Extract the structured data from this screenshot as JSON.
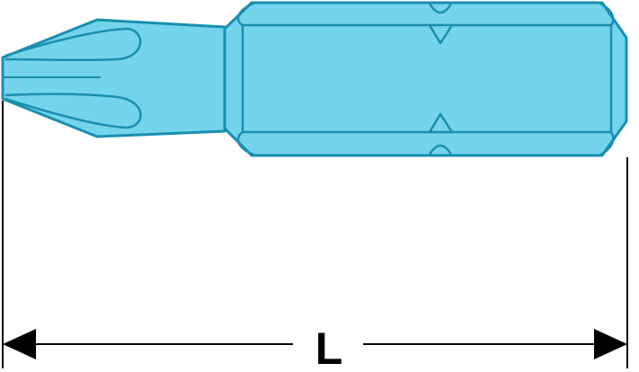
{
  "diagram": {
    "dimension_label": "L",
    "colors": {
      "bit_fill": "#74d4ec",
      "bit_stroke": "#1a8fb0",
      "dimension_line": "#000000",
      "background": "#ffffff"
    },
    "icons": {
      "left_arrow": "arrowhead-left",
      "right_arrow": "arrowhead-right"
    }
  }
}
